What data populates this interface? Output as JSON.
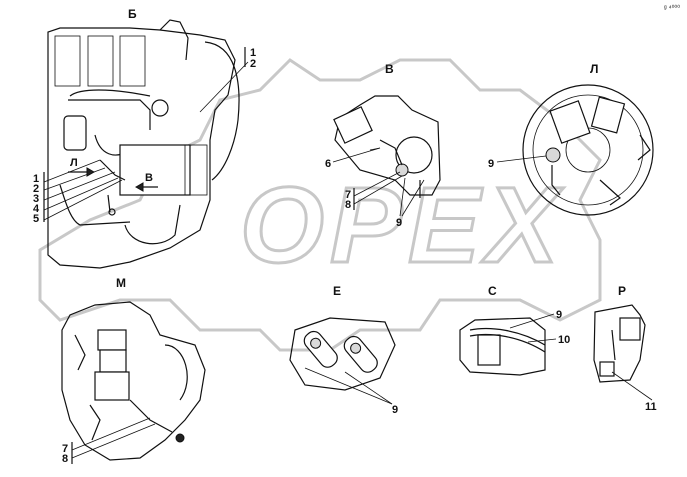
{
  "views": {
    "b": {
      "label": "Б"
    },
    "v": {
      "label": "В"
    },
    "l": {
      "label": "Л"
    },
    "m": {
      "label": "М"
    },
    "e": {
      "label": "Е"
    },
    "s": {
      "label": "С"
    },
    "r": {
      "label": "Р"
    }
  },
  "view_b": {
    "callout_top": [
      "1",
      "2"
    ],
    "callout_left": [
      "1",
      "2",
      "3",
      "4",
      "5"
    ],
    "arrow_l": "Л",
    "arrow_v": "В"
  },
  "view_v": {
    "c6": "6",
    "c7": "7",
    "c8": "8",
    "c9": "9"
  },
  "view_l": {
    "c9": "9"
  },
  "view_m": {
    "c7": "7",
    "c8": "8"
  },
  "view_e": {
    "c9": "9"
  },
  "view_s": {
    "c9": "9",
    "c10": "10"
  },
  "view_r": {
    "c11": "11"
  },
  "watermark": "OPEX",
  "corner_mark": "ᵍ ⁴⁰⁰⁰"
}
